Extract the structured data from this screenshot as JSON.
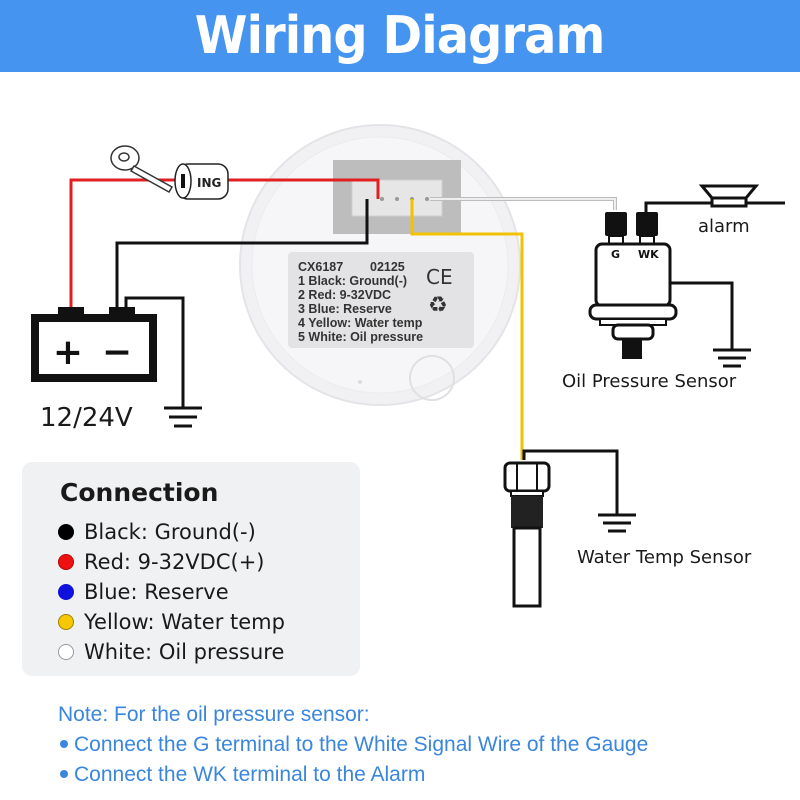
{
  "title": "Wiring Diagram",
  "colors": {
    "banner": "#4494f0",
    "note_text": "#3a86dd",
    "wire_red": "#e02020",
    "wire_black": "#111111",
    "wire_yellow": "#f2c200",
    "wire_white": "#bfbfbf"
  },
  "battery": {
    "plus_symbol": "+",
    "minus_symbol": "−",
    "voltage_label": "12/24V"
  },
  "ignition": {
    "label": "ING"
  },
  "gauge_label": {
    "model": "CX6187",
    "code": "02125",
    "lines": [
      "1 Black: Ground(-)",
      "2 Red: 9-32VDC",
      "3 Blue: Reserve",
      "4 Yellow: Water temp",
      "5 White: Oil pressure"
    ],
    "ce_mark": "CE",
    "recycle_symbol": "♻"
  },
  "oil_sensor": {
    "terminal_g": "G",
    "terminal_wk": "WK",
    "alarm_label": "alarm",
    "label": "Oil Pressure Sensor"
  },
  "water_sensor": {
    "label": "Water Temp Sensor"
  },
  "legend": {
    "title": "Connection",
    "items": [
      {
        "color": "#000000",
        "text": "Black: Ground(-)"
      },
      {
        "color": "#ee1111",
        "text": "Red: 9-32VDC(+)"
      },
      {
        "color": "#1111dd",
        "text": "Blue: Reserve"
      },
      {
        "color": "#f5c800",
        "text": "Yellow: Water temp"
      },
      {
        "color": "#ffffff",
        "text": "White: Oil pressure"
      }
    ]
  },
  "note": {
    "heading": "Note: For the oil pressure sensor:",
    "bullets": [
      "Connect the G terminal to the White Signal Wire of the Gauge",
      "Connect the WK terminal to the Alarm"
    ]
  }
}
